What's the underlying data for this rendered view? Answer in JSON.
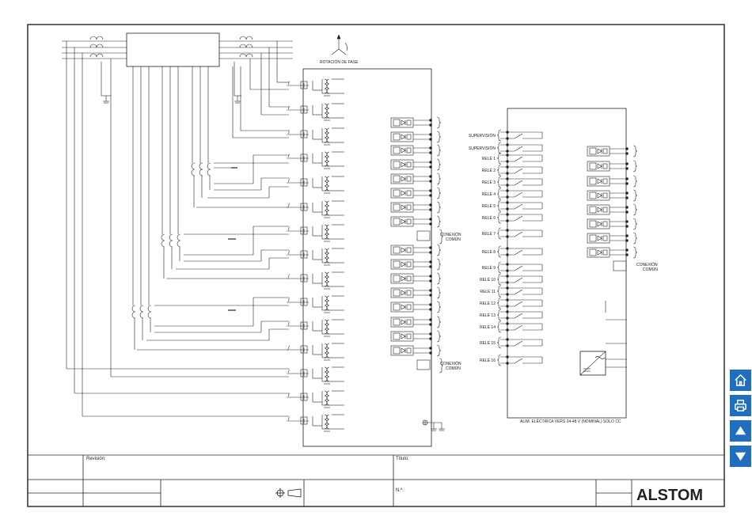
{
  "diagram": {
    "phase_rotation_label": "ROTACIÓN DE FASE",
    "io_labels": [
      "SUPERVISIÓN",
      "SUPERVISIÓN",
      "RELÉ 1",
      "RELÉ 2",
      "RELÉ 3",
      "RELÉ 4",
      "RELÉ 5",
      "RELÉ 6",
      "RELÉ 7",
      "RELÉ 8",
      "RELÉ 9",
      "RELÉ 10",
      "RELÉ 11",
      "RELÉ 12",
      "RELÉ 13",
      "RELÉ 14",
      "RELÉ 15",
      "RELÉ 16"
    ],
    "common_connection": [
      "CONEXIÓN",
      "COMÚN"
    ],
    "psu_label": "ALIM. ELÉCTRICA VERS 24-48 V (NOMINAL) SOLO CC"
  },
  "title_block": {
    "revision_label": "Revisión:",
    "title_label": "Título:",
    "number_label": "N.º:",
    "logo_text": "ALSTOM"
  },
  "sidebar": {
    "home_icon": "home-icon",
    "print_icon": "printer-icon",
    "up_icon": "triangle-up-icon",
    "down_icon": "triangle-down-icon",
    "accent": "#1f6fbe"
  }
}
